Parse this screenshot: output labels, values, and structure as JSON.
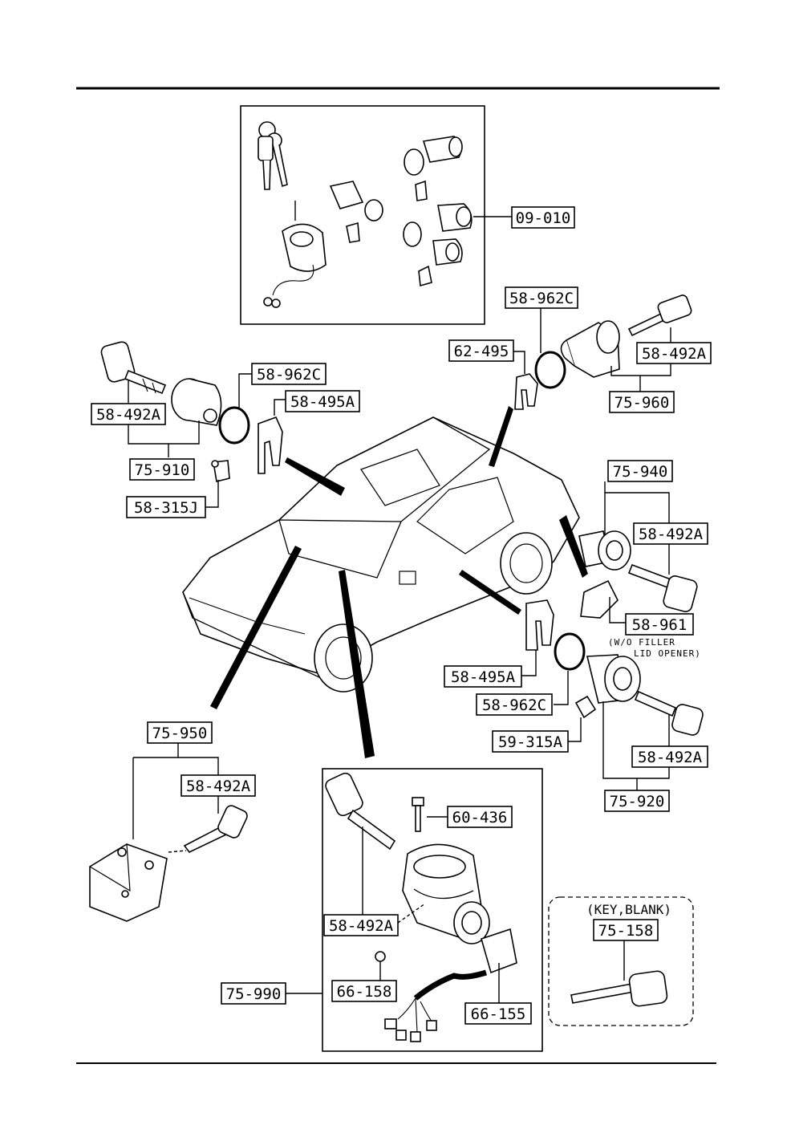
{
  "callouts": {
    "kit": "09-010",
    "ring_r_top": "58-962C",
    "clip_r_top": "62-495",
    "key_r_top": "58-492A",
    "set_r_top": "75-960",
    "key_l": "58-492A",
    "ring_l": "58-962C",
    "clip_l": "58-495A",
    "set_l": "75-910",
    "cap_l": "58-315J",
    "set_r_mid": "75-940",
    "key_r_mid": "58-492A",
    "cover_r": "58-961",
    "note_1": "(W/O FILLER",
    "note_2": "LID OPENER)",
    "clip_r_bot": "58-495A",
    "ring_r_bot": "58-962C",
    "cap_r": "59-315A",
    "key_r_bot": "58-492A",
    "set_r_bot": "75-920",
    "set_glove": "75-950",
    "key_glove": "58-492A",
    "bolt": "60-436",
    "key_ign": "58-492A",
    "set_ign": "75-990",
    "washer": "66-158",
    "switch": "66-155",
    "blank_note": "(KEY,BLANK)",
    "blank": "75-158"
  }
}
